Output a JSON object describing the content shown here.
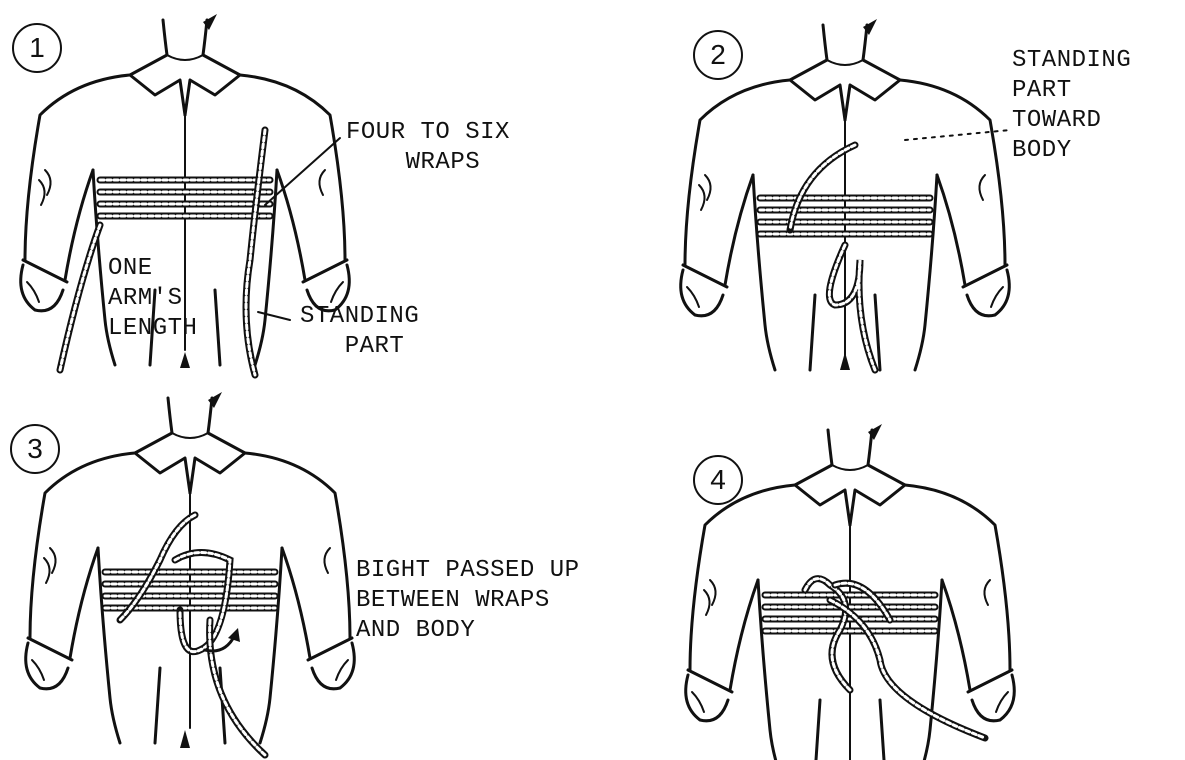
{
  "panels": [
    {
      "step": "1",
      "labels": {
        "wraps": "FOUR TO SIX\n    WRAPS",
        "arm_length": "ONE\nARM'S\nLENGTH",
        "standing_part": "STANDING\n   PART"
      }
    },
    {
      "step": "2",
      "labels": {
        "standing_toward": "STANDING\nPART\nTOWARD\nBODY"
      }
    },
    {
      "step": "3",
      "labels": {
        "bight": "BIGHT PASSED UP\nBETWEEN WRAPS\nAND BODY"
      }
    },
    {
      "step": "4",
      "labels": {}
    }
  ]
}
